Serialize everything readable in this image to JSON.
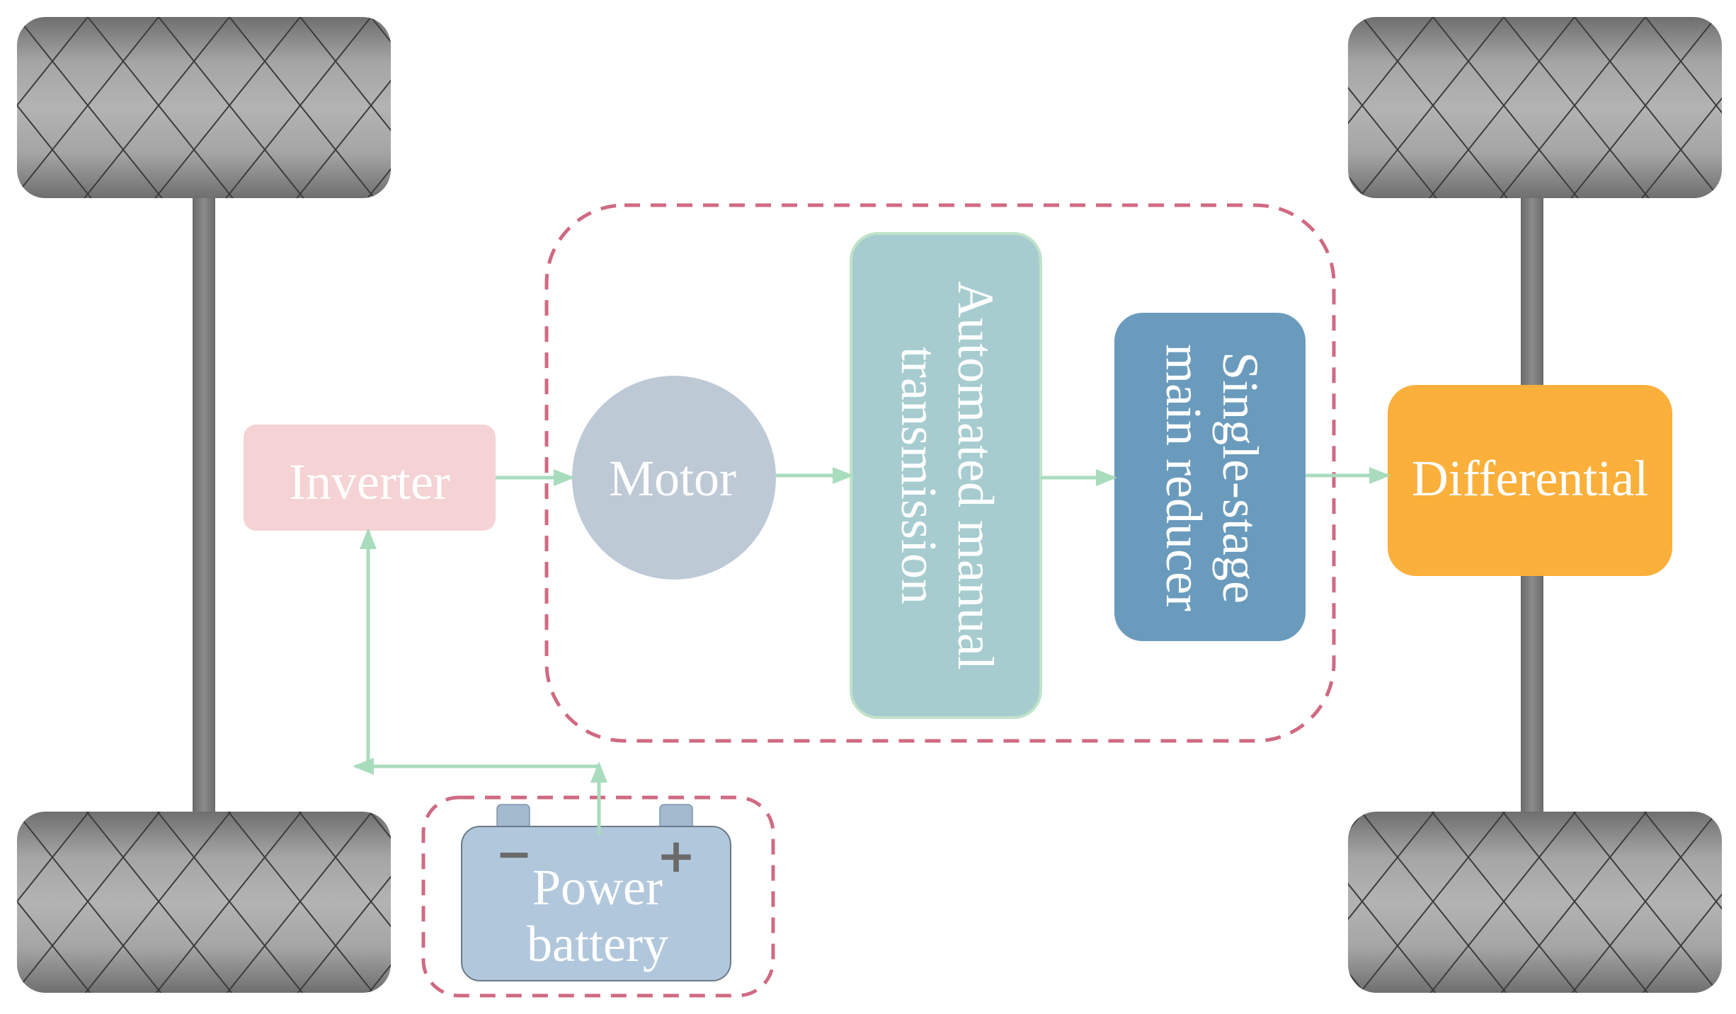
{
  "labels": {
    "inverter": "Inverter",
    "motor": "Motor",
    "amt_line1": "Automated manual",
    "amt_line2": "transmission",
    "reducer_line1": "Single-stage",
    "reducer_line2": "main reducer",
    "differential": "Differential",
    "battery_line1": "Power",
    "battery_line2": "battery",
    "battery_minus": "−",
    "battery_plus": "+"
  },
  "colors": {
    "inverter": "#f5d2d3",
    "motor": "#bec9d6",
    "amt": "#a7ccd0",
    "amt_border": "#bfe3c9",
    "reducer": "#6a9bbd",
    "differential": "#fbb03b",
    "battery": "#b1c7dc",
    "battery_terminal": "#a2b9ce",
    "arrow": "#a9dcbd",
    "dashed_border": "#cf6a82",
    "tire": "#a9a9a9",
    "tire_dark": "#6e6e6e",
    "axle": "#7a7a7a"
  }
}
